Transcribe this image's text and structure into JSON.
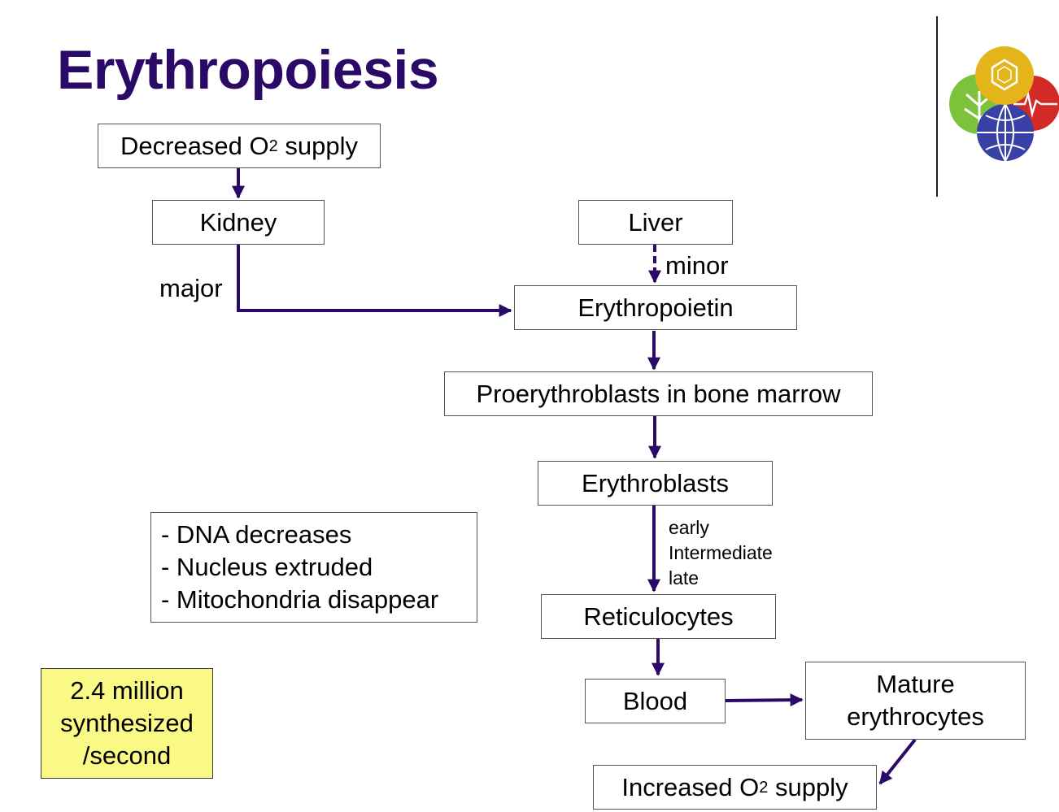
{
  "title": "Erythropoiesis",
  "nodes": {
    "decreased_o2": {
      "prefix": "Decreased O",
      "sub": "2",
      "suffix": " supply"
    },
    "kidney": "Kidney",
    "liver": "Liver",
    "erythropoietin": "Erythropoietin",
    "proerythroblasts": "Proerythroblasts in bone marrow",
    "erythroblasts": "Erythroblasts",
    "reticulocytes": "Reticulocytes",
    "blood": "Blood",
    "mature": {
      "line1": "Mature",
      "line2": "erythrocytes"
    },
    "increased_o2": {
      "prefix": "Increased O",
      "sub": "2",
      "suffix": " supply"
    }
  },
  "edge_labels": {
    "major": "major",
    "minor": "minor",
    "stages": [
      "early",
      "Intermediate",
      "late"
    ]
  },
  "notes": {
    "changes": [
      "- DNA decreases",
      "- Nucleus extruded",
      "- Mitochondria disappear"
    ],
    "rate": [
      "2.4 million",
      "synthesized",
      "/second"
    ]
  },
  "colors": {
    "title": "#2a0a66",
    "arrow": "#2a0a66",
    "rate_box": "#fbf985",
    "logo": [
      "#e3b51a",
      "#d42a27",
      "#7cc23a",
      "#3a41a6"
    ]
  },
  "icons": {
    "logo": "four-circles-logo"
  }
}
